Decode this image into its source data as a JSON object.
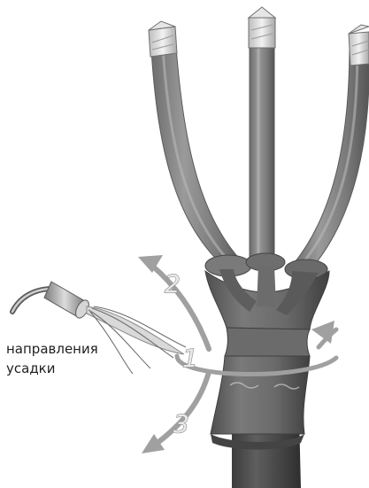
{
  "caption": {
    "line1": "направления",
    "line2": "усадки"
  },
  "markers": {
    "step1": "1",
    "step2": "2",
    "step3": "3"
  }
}
